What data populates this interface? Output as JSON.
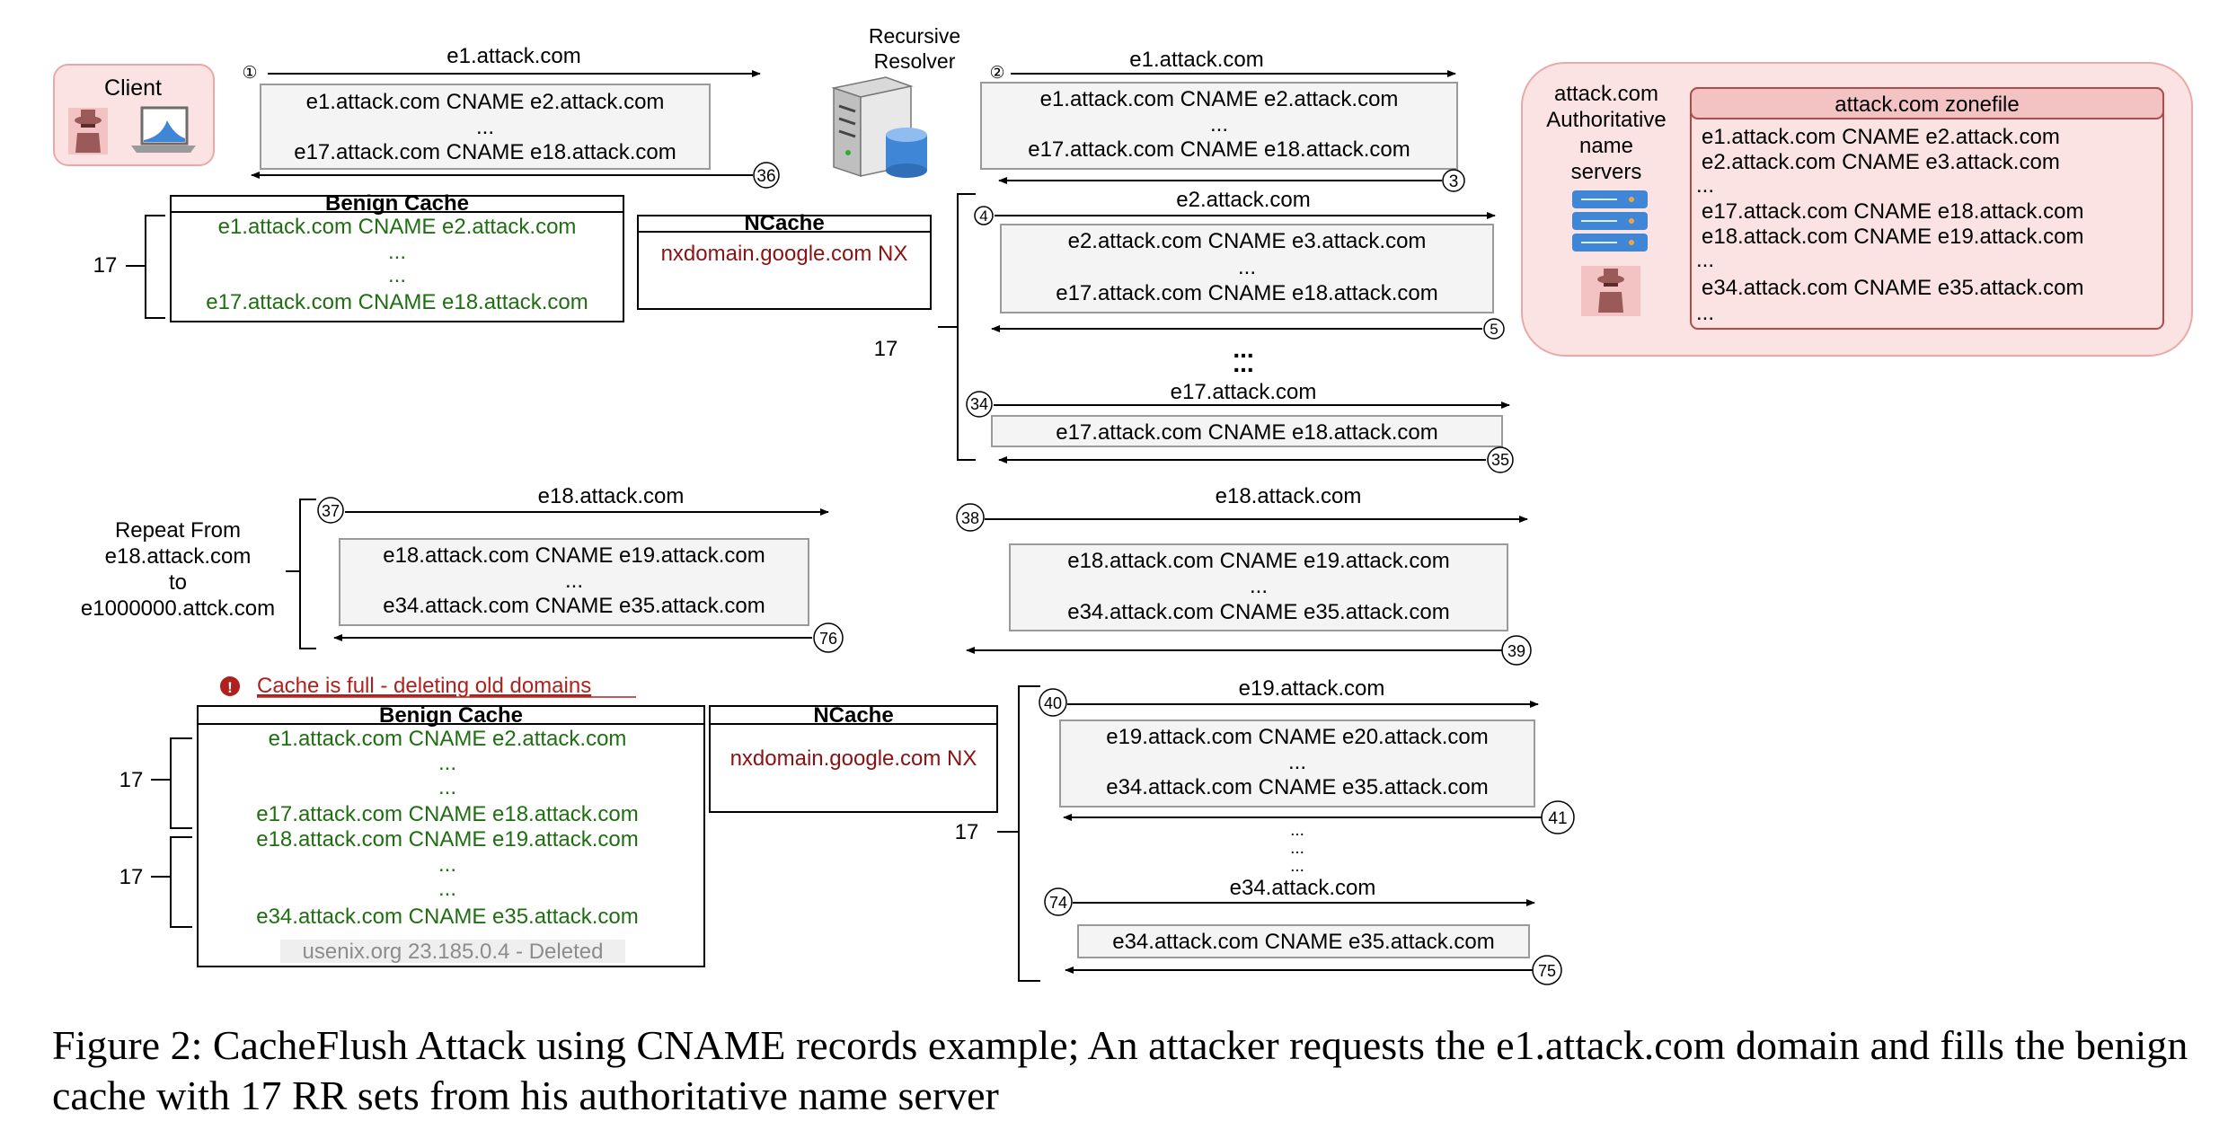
{
  "client": {
    "title": "Client"
  },
  "resolver": {
    "title_line1": "Recursive",
    "title_line2": "Resolver"
  },
  "authoritative": {
    "title_lines": [
      "attack.com",
      "Authoritative",
      "name",
      "servers"
    ],
    "zonefile_title": "attack.com zonefile",
    "zonefile_lines": [
      "e1.attack.com CNAME e2.attack.com",
      "e2.attack.com CNAME e3.attack.com",
      "...",
      "e17.attack.com CNAME e18.attack.com",
      "e18.attack.com CNAME e19.attack.com",
      "...",
      "e34.attack.com CNAME e35.attack.com",
      "..."
    ]
  },
  "step1": {
    "num": "①",
    "query": "e1.attack.com",
    "resp": [
      "e1.attack.com CNAME e2.attack.com",
      "...",
      "e17.attack.com CNAME e18.attack.com"
    ],
    "ret_num": "36"
  },
  "auth_round1": {
    "q_num": "②",
    "query": "e1.attack.com",
    "resp": [
      "e1.attack.com CNAME e2.attack.com",
      "...",
      "e17.attack.com CNAME e18.attack.com"
    ],
    "ret_num": "3"
  },
  "auth_round2": {
    "q_num": "4",
    "query": "e2.attack.com",
    "resp": [
      "e2.attack.com CNAME e3.attack.com",
      "...",
      "e17.attack.com CNAME e18.attack.com"
    ],
    "ret_num": "5"
  },
  "auth_dots": [
    "...",
    "..."
  ],
  "auth_round3": {
    "q_num": "34",
    "query": "e17.attack.com",
    "resp": [
      "e17.attack.com CNAME e18.attack.com"
    ],
    "ret_num": "35"
  },
  "brace_count": "17",
  "cache1": {
    "benign_title": "Benign Cache",
    "benign_lines": [
      "e1.attack.com CNAME e2.attack.com",
      "...",
      "...",
      "e17.attack.com CNAME e18.attack.com"
    ],
    "ncache_title": "NCache",
    "ncache_line": "nxdomain.google.com NX"
  },
  "repeat": {
    "label_lines": [
      "Repeat From",
      "e18.attack.com",
      "to",
      "e1000000.attck.com"
    ],
    "q_num": "37",
    "query": "e18.attack.com",
    "resp": [
      "e18.attack.com CNAME e19.attack.com",
      "...",
      "e34.attack.com CNAME e35.attack.com"
    ],
    "ret_num": "76"
  },
  "repeat_auth": {
    "q_num": "38",
    "query": "e18.attack.com",
    "resp": [
      "e18.attack.com CNAME e19.attack.com",
      "...",
      "e34.attack.com CNAME e35.attack.com"
    ],
    "ret_num": "39"
  },
  "warning": {
    "icon": "!",
    "text": "Cache is full - deleting old domains"
  },
  "cache2": {
    "benign_title": "Benign Cache",
    "benign_lines": [
      "e1.attack.com CNAME e2.attack.com",
      "...",
      "...",
      "e17.attack.com CNAME e18.attack.com",
      "e18.attack.com CNAME e19.attack.com",
      "...",
      "...",
      "e34.attack.com CNAME e35.attack.com"
    ],
    "deleted_line": "usenix.org 23.185.0.4 - Deleted",
    "ncache_title": "NCache",
    "ncache_line": "nxdomain.google.com NX"
  },
  "auth_round4": {
    "q_num": "40",
    "query": "e19.attack.com",
    "resp": [
      "e19.attack.com CNAME e20.attack.com",
      "...",
      "e34.attack.com CNAME e35.attack.com"
    ],
    "ret_num": "41"
  },
  "auth_round4_dots": [
    "...",
    "...",
    "..."
  ],
  "auth_round5": {
    "q_num": "74",
    "query": "e34.attack.com",
    "resp": [
      "e34.attack.com CNAME e35.attack.com"
    ],
    "ret_num": "75"
  },
  "caption": "Figure 2: CacheFlush Attack using CNAME records example; An attacker requests the e1.attack.com domain and fills the benign cache with 17 RR sets from his authoritative name server",
  "colors": {
    "benign_green": "#1f6e12",
    "ncache_red": "#8b1212",
    "warning_red": "#b0201c",
    "panel_pink": "#fbe3e3",
    "panel_border": "#e9a9a9",
    "server_blue": "#3f86d6",
    "deleted_gray": "#8c8c8c"
  }
}
